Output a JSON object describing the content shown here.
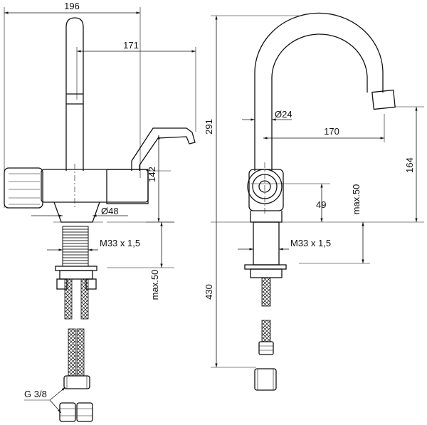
{
  "left_view": {
    "dims": {
      "total_width": "196",
      "spout_reach": "171",
      "height_to_outlet": "142",
      "body_diameter": "Ø48",
      "thread": "M33 x 1,5",
      "deck_max": "max.50",
      "hose_connection": "G 3/8"
    }
  },
  "right_view": {
    "dims": {
      "total_height": "291",
      "spout_diameter": "Ø24",
      "spout_projection": "170",
      "spout_height": "164",
      "handle_height": "49",
      "deck_max": "max.50",
      "thread": "M33 x 1,5",
      "hose_length": "430"
    }
  }
}
